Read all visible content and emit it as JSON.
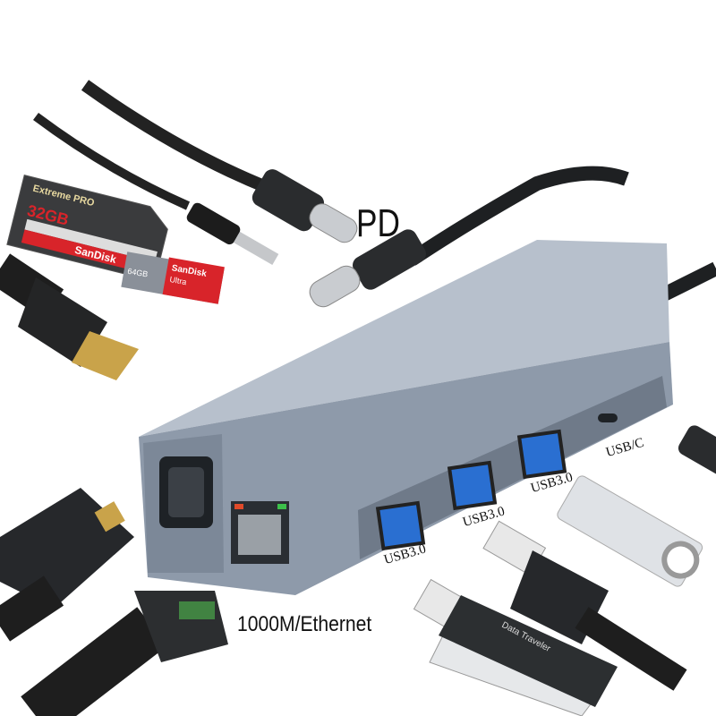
{
  "labels": {
    "pd": "PD",
    "usb_ports": [
      "USB3.0",
      "USB3.0",
      "USB3.0"
    ],
    "usb_c": "USB/C",
    "ethernet": "1000M/Ethernet"
  },
  "accessories": {
    "sd_card": {
      "brand": "SanDisk",
      "line": "Extreme PRO",
      "capacity": "32GB"
    },
    "micro_sd": {
      "brand": "SanDisk",
      "line": "Ultra",
      "capacity": "64GB"
    },
    "flash_drive": {
      "name": "Data Traveler"
    }
  },
  "colors": {
    "hub": "#8e9aaa",
    "cable": "#1e2022",
    "sd_red": "#d8242a",
    "usb_blue": "#2a6fd1"
  }
}
